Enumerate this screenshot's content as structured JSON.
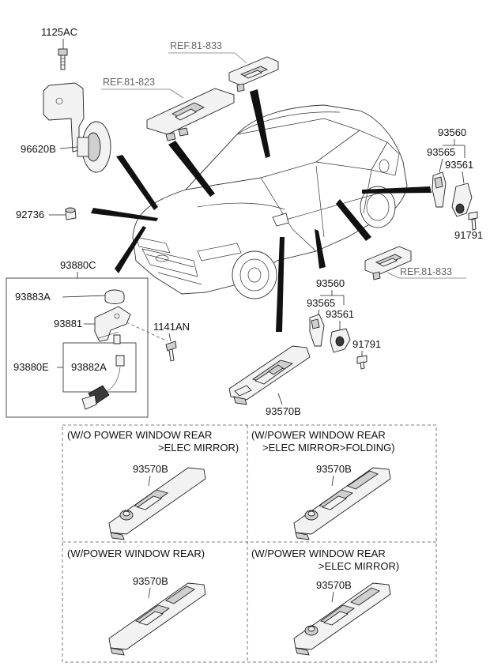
{
  "labels": {
    "p1125AC": "1125AC",
    "p96620B": "96620B",
    "p92736": "92736",
    "p93880C": "93880C",
    "p93883A": "93883A",
    "p93881": "93881",
    "p93880E": "93880E",
    "p93882A": "93882A",
    "p1141AN": "1141AN",
    "p93560_top": "93560",
    "p93565_top": "93565",
    "p93561_top": "93561",
    "p91791_top": "91791",
    "p93560_mid": "93560",
    "p93565_mid": "93565",
    "p93561_mid": "93561",
    "p91791_mid": "91791",
    "p93570B_main": "93570B",
    "ref_823": "REF.81-823",
    "ref_833_top": "REF.81-833",
    "ref_833_right": "REF.81-833"
  },
  "variants": [
    {
      "title_line1": "(W/O POWER WINDOW REAR",
      "title_line2": ">ELEC MIRROR)",
      "part": "93570B"
    },
    {
      "title_line1": "(W/POWER WINDOW REAR",
      "title_line2": ">ELEC MIRROR>FOLDING)",
      "part": "93570B"
    },
    {
      "title_line1": "(W/POWER WINDOW REAR)",
      "title_line2": "",
      "part": "93570B"
    },
    {
      "title_line1": "(W/POWER WINDOW REAR",
      "title_line2": ">ELEC MIRROR)",
      "part": "93570B"
    }
  ]
}
